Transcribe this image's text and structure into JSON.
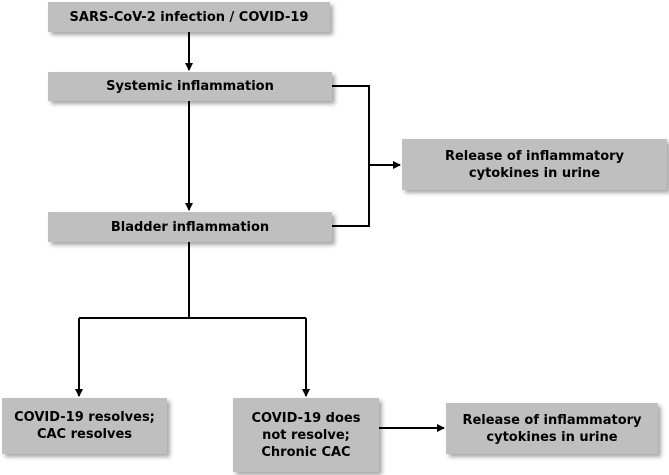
{
  "nodes": {
    "infection": "SARS-CoV-2 infection / COVID-19",
    "systemic": "Systemic inflammation",
    "bladder": "Bladder inflammation",
    "release_top_line1": "Release of inflammatory",
    "release_top_line2": "cytokines in urine",
    "resolves_line1": "COVID-19 resolves;",
    "resolves_line2": "CAC resolves",
    "not_resolve_line1": "COVID-19 does",
    "not_resolve_line2": "not resolve;",
    "not_resolve_line3": "Chronic CAC",
    "release_bottom_line1": "Release of inflammatory",
    "release_bottom_line2": "cytokines in urine"
  },
  "colors": {
    "box_fill": "#bfbfbf",
    "line": "#000000"
  }
}
